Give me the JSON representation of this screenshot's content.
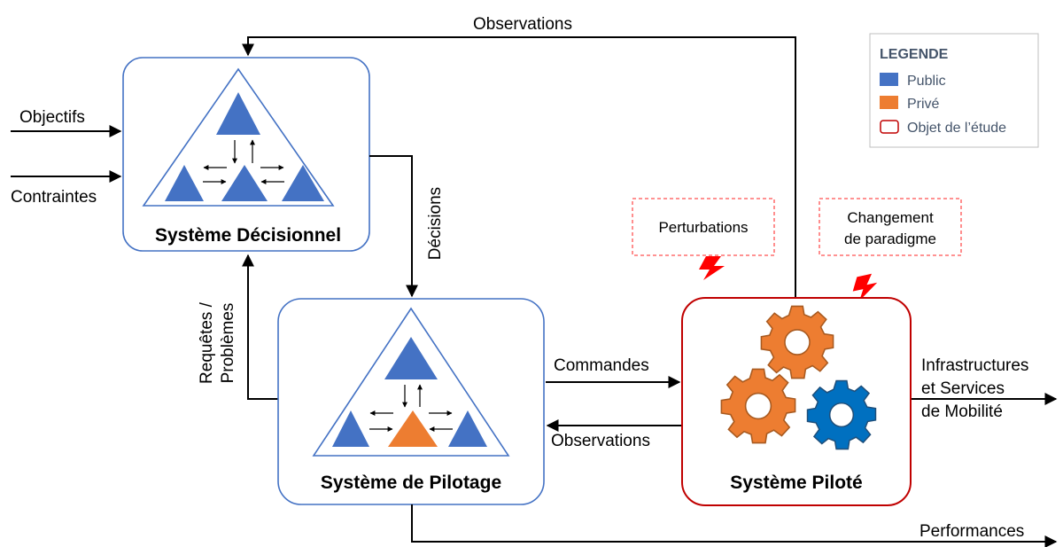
{
  "colors": {
    "public": "#4472c4",
    "private": "#ed7d31",
    "study_outline": "#c00000",
    "box_outline": "#4472c4",
    "gear_blue": "#0070c0",
    "bolt": "#ff0000",
    "dashed": "#ff5050"
  },
  "legend": {
    "title": "LEGENDE",
    "items": [
      {
        "label": "Public",
        "swatch": "filled-blue"
      },
      {
        "label": "Privé",
        "swatch": "filled-orange"
      },
      {
        "label": "Objet de l’étude",
        "swatch": "red-outline"
      }
    ]
  },
  "boxes": {
    "decisional": {
      "title": "Système Décisionnel"
    },
    "piloting": {
      "title": "Système de Pilotage"
    },
    "piloted": {
      "title": "Système Piloté"
    }
  },
  "arrows": {
    "observations_top": "Observations",
    "objectifs": "Objectifs",
    "contraintes": "Contraintes",
    "decisions": "Décisions",
    "requetes_line1": "Requêtes /",
    "requetes_line2": "Problèmes",
    "commandes": "Commandes",
    "observations_mid": "Observations",
    "infra_line1": "Infrastructures",
    "infra_line2": "et Services",
    "infra_line3": "de Mobilité",
    "performances": "Performances"
  },
  "disturbances": {
    "perturbations": "Perturbations",
    "paradigm_line1": "Changement",
    "paradigm_line2": "de paradigme"
  }
}
